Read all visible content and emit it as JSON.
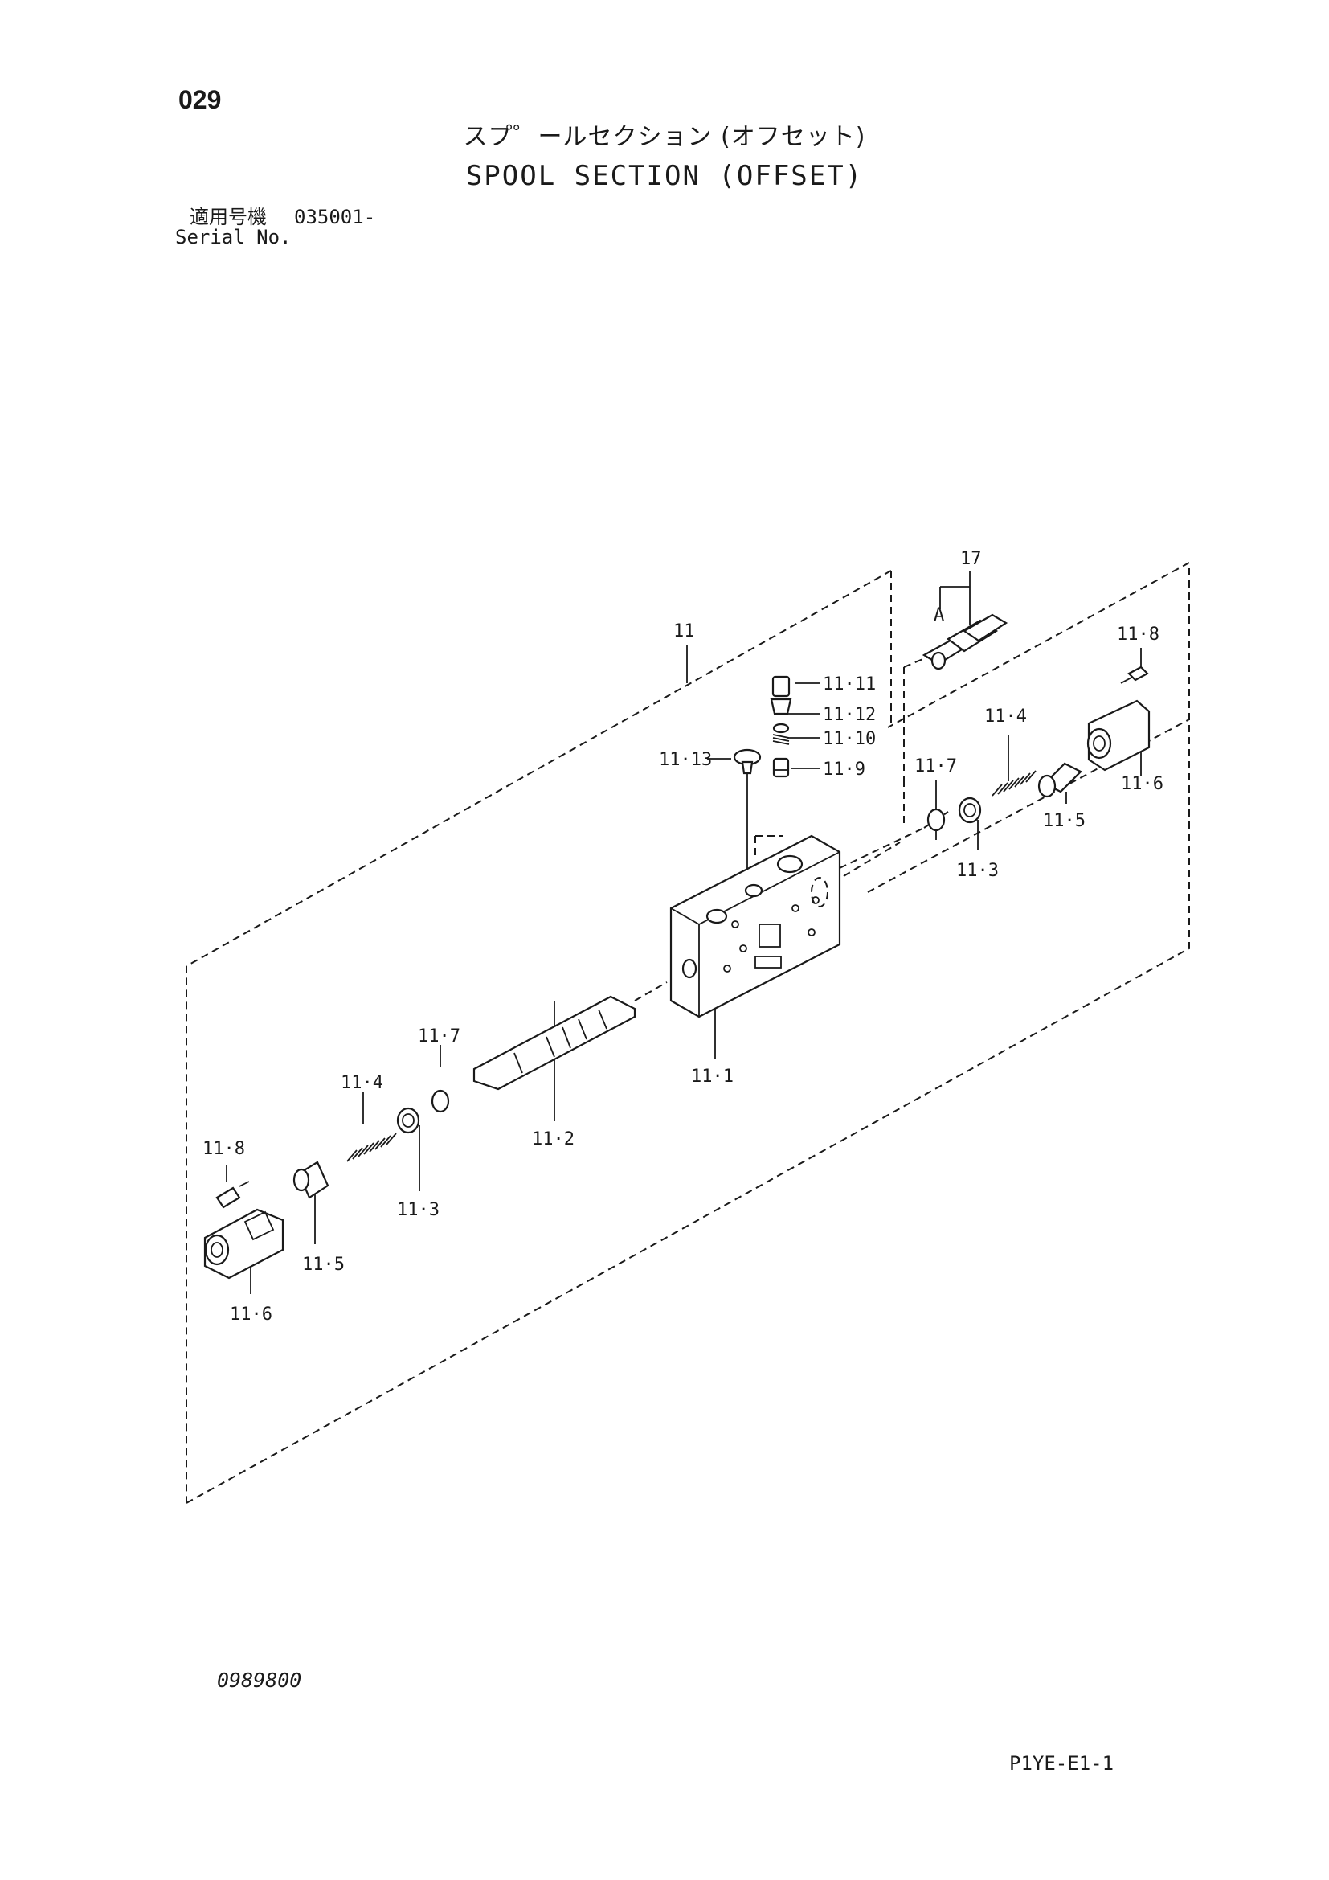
{
  "header": {
    "page_number": "029",
    "title_jp": "スプ゜ールセクション (オフセット)",
    "title_en": "SPOOL SECTION (OFFSET)",
    "serial_label_jp": "適用号機",
    "serial_value": "035001-",
    "serial_label_en": "Serial No."
  },
  "footer": {
    "drawing_number": "0989800",
    "page_code": "P1YE-E1-1"
  },
  "diagram": {
    "callouts": {
      "assembly": "11",
      "sensor": "17",
      "detail_mark": "A",
      "housing_plug": "11·11",
      "o_ring_small": "11·12",
      "spring_small": "11·10",
      "poppet": "11·9",
      "plug_13": "11·13",
      "cap_bolt_right": "11·8",
      "cap_right": "11·6",
      "spring_right": "11·4",
      "o_ring_right": "11·7",
      "seat_right": "11·5",
      "retainer_right": "11·3",
      "valve_body": "11·1",
      "spool": "11·2",
      "o_ring_left": "11·7",
      "spring_left": "11·4",
      "retainer_left": "11·3",
      "cap_bolt_left": "11·8",
      "seat_left": "11·5",
      "cap_left": "11·6"
    }
  }
}
